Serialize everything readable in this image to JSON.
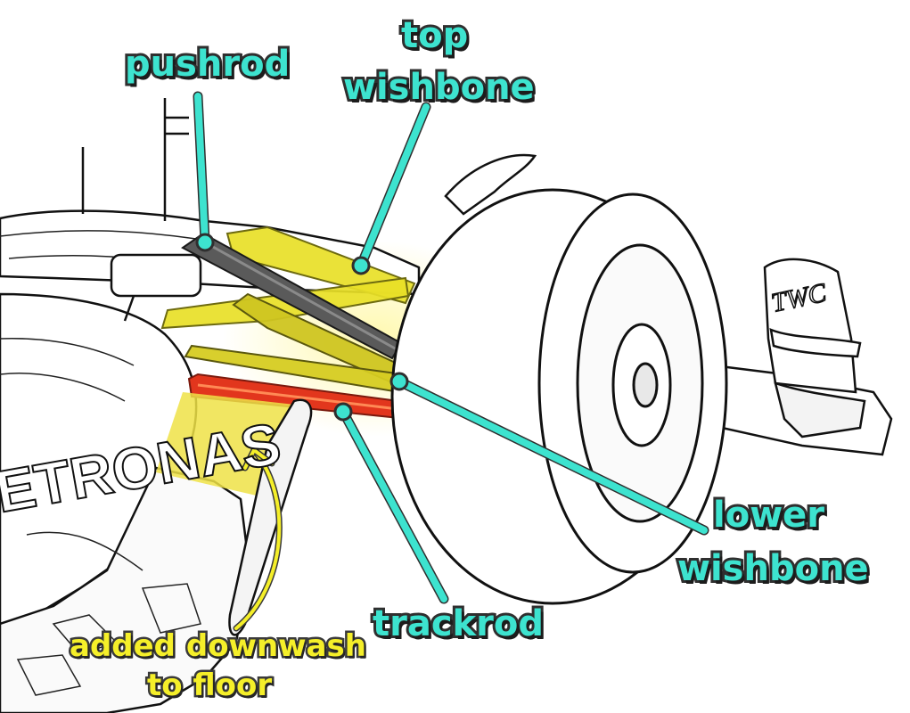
{
  "labels": {
    "pushrod": "pushrod",
    "top_wishbone_line1": "top",
    "top_wishbone_line2": "wishbone",
    "lower_wishbone_line1": "lower",
    "lower_wishbone_line2": "wishbone",
    "trackrod": "trackrod",
    "downwash_line1": "added downwash",
    "downwash_line2": "to floor"
  },
  "car_text": {
    "sidepod_sponsor": "ETRONAS",
    "endplate_logo": "TWC"
  },
  "colors": {
    "label_cyan": "#3de3cf",
    "label_yellow": "#f5ef29",
    "wishbone_highlight": "#e8e027",
    "trackrod_red": "#e2361d",
    "pushrod_gray": "#555555",
    "outline": "#111111"
  }
}
